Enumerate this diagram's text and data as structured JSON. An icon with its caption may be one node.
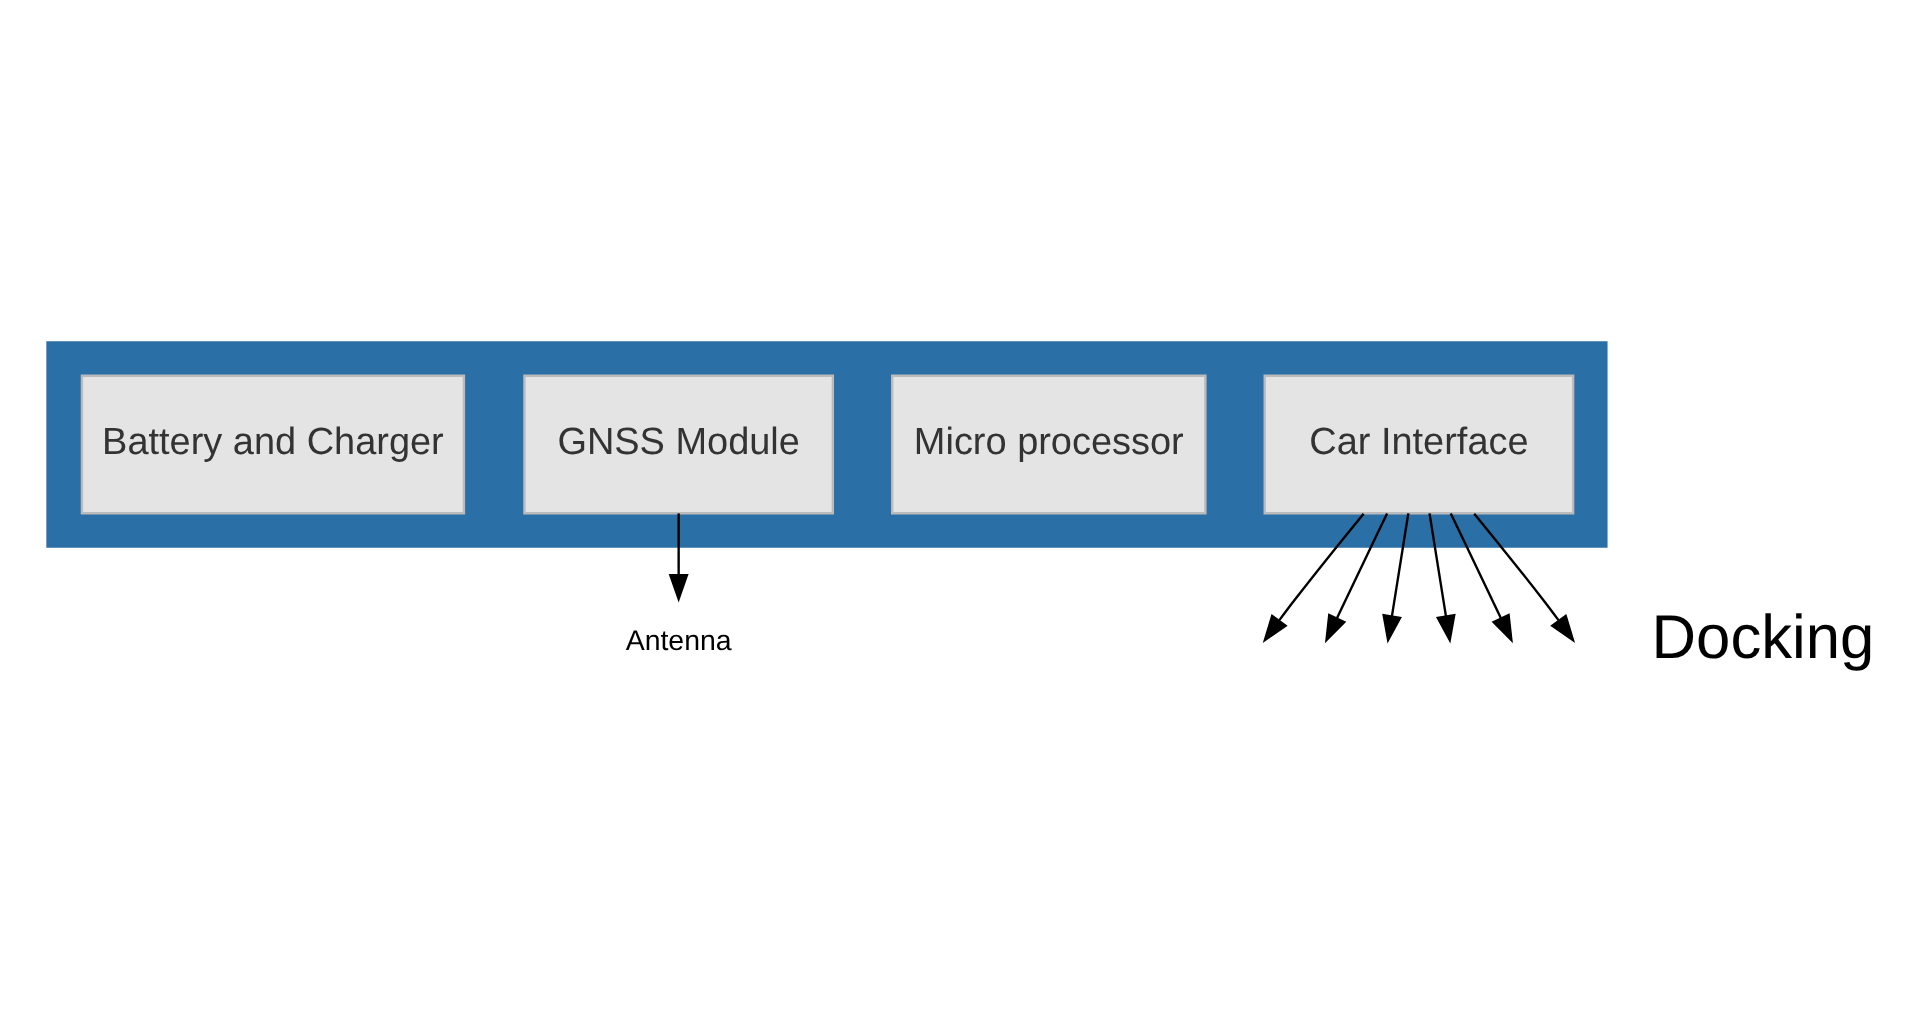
{
  "diagram": {
    "nodes": [
      {
        "text": [
          "Antenna"
        ]
      },
      {
        "text": [],
        "shape": "bar"
      },
      {
        "text": [
          "GNSS Module"
        ],
        "in": 1
      },
      {
        "text": [
          "Micro processor"
        ],
        "in": 1
      },
      {
        "text": [
          "Car Interface"
        ],
        "in": 1
      },
      {
        "text": [
          "Battery and Charger"
        ],
        "in": 1
      }
    ],
    "edges": [
      {
        "from": 2,
        "to": 0,
        "arrow": "to"
      },
      {
        "from": 4,
        "to": null,
        "arrow": "to"
      },
      {
        "from": 4,
        "to": null,
        "arrow": "to"
      },
      {
        "from": 4,
        "to": null,
        "arrow": "to"
      },
      {
        "from": 4,
        "to": null,
        "arrow": "to"
      },
      {
        "from": 4,
        "to": null,
        "arrow": "to"
      },
      {
        "from": 4,
        "to": null,
        "arrow": "to"
      }
    ],
    "labels": [
      "Docking"
    ]
  }
}
